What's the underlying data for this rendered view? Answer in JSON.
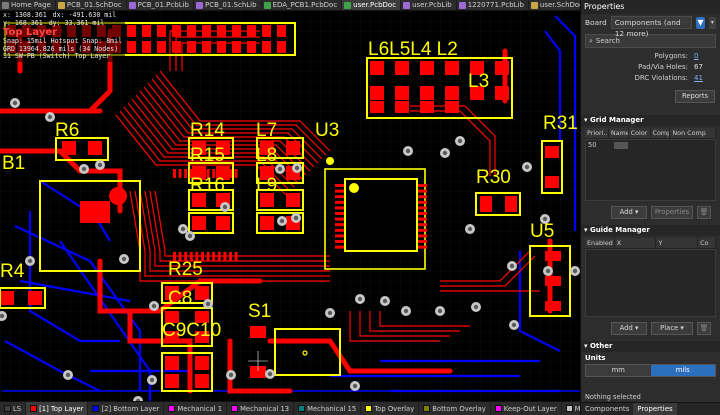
{
  "tabs": [
    {
      "label": "Home Page",
      "kind": "home",
      "active": false
    },
    {
      "label": "PCB_01.SchDoc",
      "kind": "sch",
      "active": false
    },
    {
      "label": "PCB_01.PcbLib",
      "kind": "lib",
      "active": false
    },
    {
      "label": "PCB_01.SchLib",
      "kind": "lib",
      "active": false
    },
    {
      "label": "EDA_PCB1.PcbDoc",
      "kind": "pcb",
      "active": false
    },
    {
      "label": "user.PcbDoc",
      "kind": "pcb",
      "active": true
    },
    {
      "label": "user.PcbLib",
      "kind": "lib",
      "active": false
    },
    {
      "label": "1220771.PcbLib",
      "kind": "lib",
      "active": false
    },
    {
      "label": "user.SchDoc",
      "kind": "sch",
      "active": false
    }
  ],
  "hud": {
    "x": "x: 1308.361",
    "dx": "dx: -491.630 mil",
    "y": "y: 168.361",
    "dy": "dy: 33.361 mil",
    "layer": "Top Layer",
    "snap": "Snap: 15mil Hotspot Snap: 8mil",
    "grid": "GRD  13964.826 mils (34 Nodes)",
    "sw": "S1  SW-PB (Switch) Top Layer"
  },
  "pcb_labels": {
    "b1": "B1",
    "r4": "R4",
    "r6": "R6",
    "r14": "R14",
    "l7": "L7",
    "r15": "R15",
    "l8": "L8",
    "r16": "R16",
    "l9": "L9",
    "u3": "U3",
    "l6l5l4l2": "L6L5L4 L2",
    "l3": "L3",
    "r31": "R31",
    "r30": "R30",
    "u5": "U5",
    "r25": "R25",
    "c8": "C8",
    "c9c10": "C9C10",
    "s1": "S1"
  },
  "colors": {
    "board": "#000000",
    "top_copper": "#ff0000",
    "bottom_copper": "#0000ff",
    "overlay": "#ffff00",
    "via_ring": "#c8c8c8",
    "drill": "#5a5a5a",
    "panel_bg": "#2d2d2d",
    "accent": "#2d6fbf"
  },
  "layers": [
    {
      "label": "LS",
      "color": "#404040",
      "active": false
    },
    {
      "label": "[1] Top Layer",
      "color": "#ff0000",
      "active": true
    },
    {
      "label": "[2] Bottom Layer",
      "color": "#0000ff",
      "active": false
    },
    {
      "label": "Mechanical 1",
      "color": "#ff00ff",
      "active": false
    },
    {
      "label": "Mechanical 13",
      "color": "#ff00ff",
      "active": false
    },
    {
      "label": "Mechanical 15",
      "color": "#008080",
      "active": false
    },
    {
      "label": "Top Overlay",
      "color": "#ffff00",
      "active": false
    },
    {
      "label": "Bottom Overlay",
      "color": "#808000",
      "active": false
    },
    {
      "label": "Keep-Out Layer",
      "color": "#ff00ff",
      "active": false
    },
    {
      "label": "Multi-Layer",
      "color": "#c0c0c0",
      "active": false
    }
  ],
  "properties": {
    "title": "Properties",
    "filter_label": "Board",
    "filter_value": "Components (and 12 more)",
    "search_placeholder": "Search",
    "stats": [
      {
        "label": "Polygons:",
        "value": "0",
        "link": true
      },
      {
        "label": "Pad/Via Holes:",
        "value": "67",
        "link": false
      },
      {
        "label": "DRC Violations:",
        "value": "41",
        "link": true
      }
    ],
    "reports_label": "Reports",
    "grid_manager": {
      "title": "Grid Manager",
      "columns": [
        "Priori...",
        "Name",
        "Color",
        "Comp",
        "Non Comp"
      ],
      "rows": [
        {
          "priority": "50",
          "name": "",
          "color": "",
          "comp": "",
          "noncomp": ""
        }
      ],
      "add_label": "Add",
      "props_label": "Properties"
    },
    "guide_manager": {
      "title": "Guide Manager",
      "columns": [
        "Enabled",
        "X",
        "Y",
        "Co"
      ],
      "add_label": "Add",
      "place_label": "Place"
    },
    "other_title": "Other",
    "units_label": "Units",
    "unit_mm": "mm",
    "unit_mils": "mils",
    "status": "Nothing selected",
    "bottom_tabs": [
      "Components",
      "Properties"
    ]
  }
}
